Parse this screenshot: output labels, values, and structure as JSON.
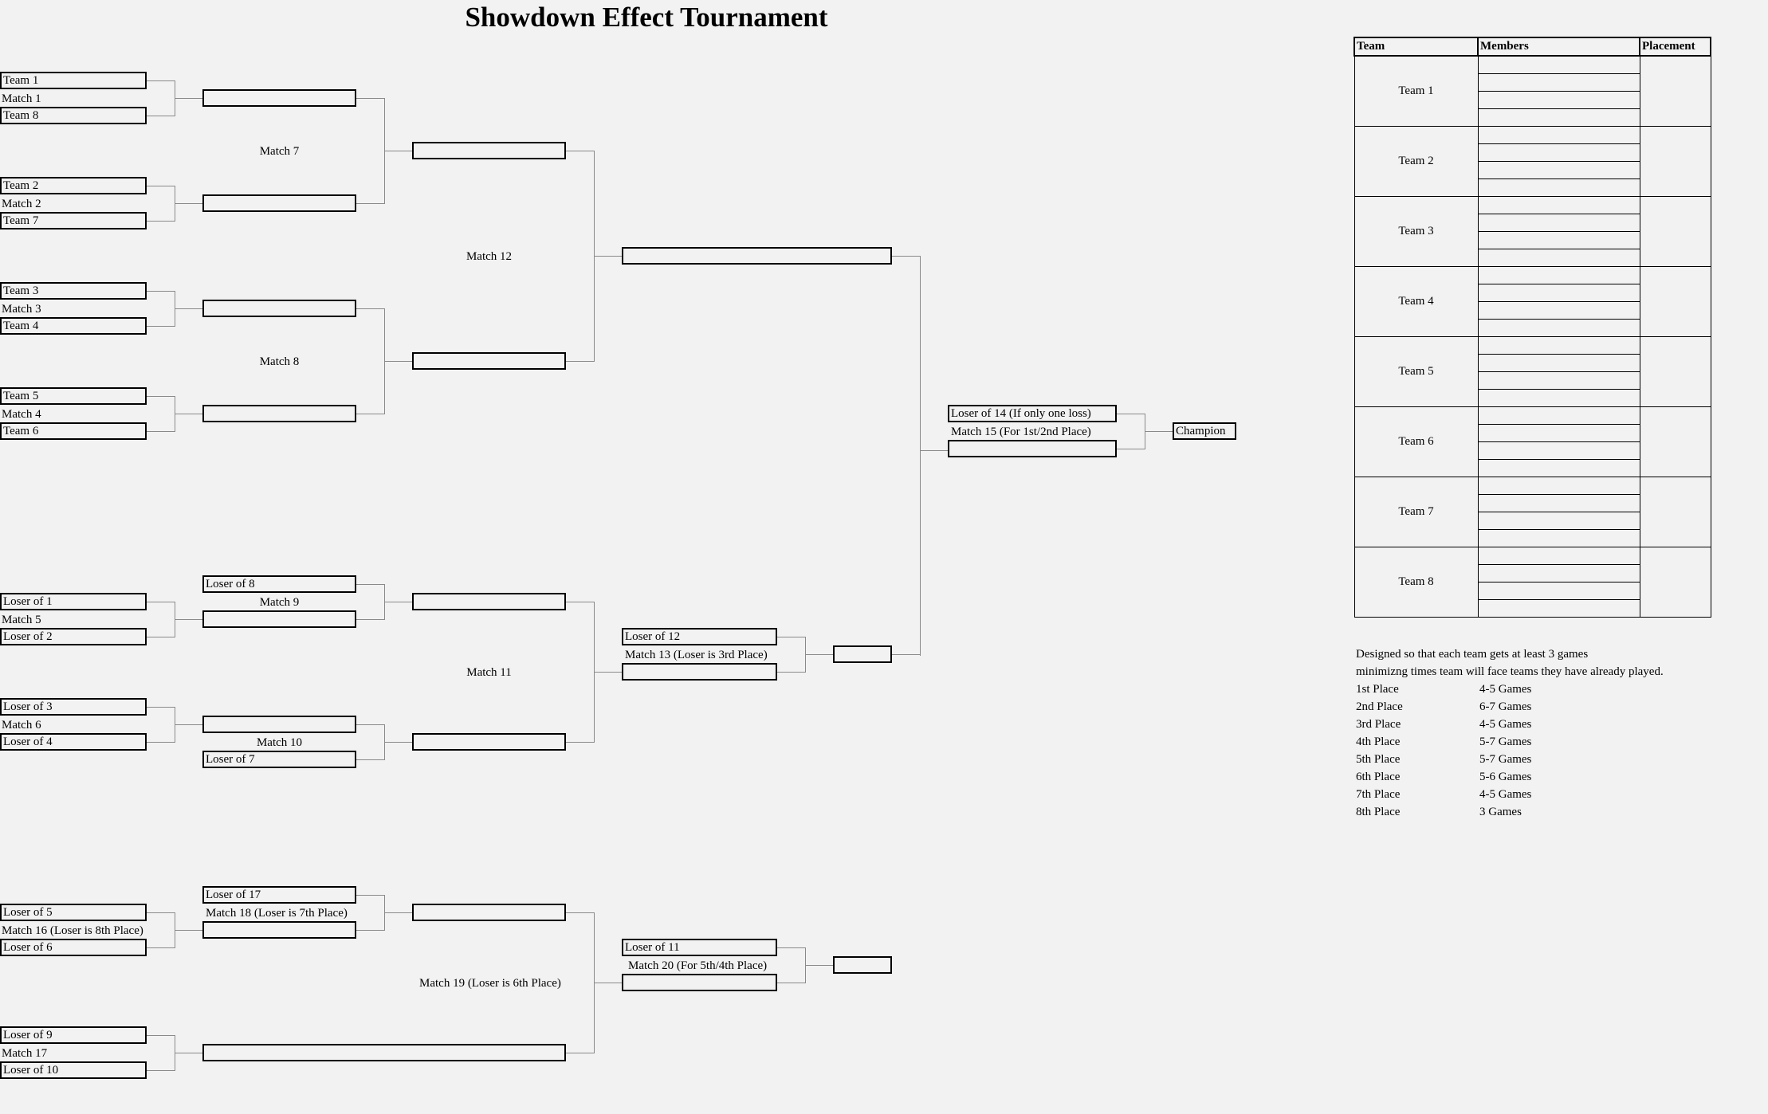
{
  "title": "Showdown Effect Tournament",
  "winners": {
    "r1": [
      {
        "top": "Team 1",
        "match": "Match 1",
        "bottom": "Team 8"
      },
      {
        "top": "Team 2",
        "match": "Match 2",
        "bottom": "Team 7"
      },
      {
        "top": "Team 3",
        "match": "Match 3",
        "bottom": "Team 4"
      },
      {
        "top": "Team 5",
        "match": "Match 4",
        "bottom": "Team 6"
      }
    ],
    "match7": "Match 7",
    "match8": "Match 8",
    "match12": "Match 12"
  },
  "losers": {
    "r1": [
      {
        "top": "Loser of 1",
        "match": "Match 5",
        "bottom": "Loser of 2"
      },
      {
        "top": "Loser of 3",
        "match": "Match 6",
        "bottom": "Loser of 4"
      }
    ],
    "loser_of_8": "Loser of 8",
    "match9": "Match 9",
    "match10": "Match 10",
    "loser_of_7": "Loser of 7",
    "match11": "Match 11",
    "loser_of_12": "Loser of 12",
    "match13": "Match 13 (Loser is 3rd Place)"
  },
  "final": {
    "loser_of_14": "Loser of 14 (If only one loss)",
    "match15": "Match 15 (For 1st/2nd Place)",
    "champion": "Champion"
  },
  "consolation": {
    "r1": [
      {
        "top": "Loser of 5",
        "match": "Match 16 (Loser is 8th Place)",
        "bottom": "Loser of 6"
      },
      {
        "top": "Loser of 9",
        "match": "Match 17",
        "bottom": "Loser of 10"
      }
    ],
    "loser_of_17": "Loser of 17",
    "match18": "Match 18 (Loser is 7th Place)",
    "match19": "Match 19 (Loser is 6th Place)",
    "loser_of_11": "Loser of 11",
    "match20": "Match 20 (For 5th/4th Place)"
  },
  "roster": {
    "headers": [
      "Team",
      "Members",
      "Placement"
    ],
    "teams": [
      "Team 1",
      "Team 2",
      "Team 3",
      "Team 4",
      "Team 5",
      "Team 6",
      "Team 7",
      "Team 8"
    ]
  },
  "notes": {
    "line1": "Designed so that each team gets at least 3 games",
    "line2": "minimizng times team will face teams they have already played.",
    "placements": [
      {
        "place": "1st Place",
        "games": "4-5 Games"
      },
      {
        "place": "2nd Place",
        "games": "6-7 Games"
      },
      {
        "place": "3rd Place",
        "games": "4-5 Games"
      },
      {
        "place": "4th Place",
        "games": "5-7 Games"
      },
      {
        "place": "5th Place",
        "games": "5-7 Games"
      },
      {
        "place": "6th Place",
        "games": "5-6 Games"
      },
      {
        "place": "7th Place",
        "games": "4-5 Games"
      },
      {
        "place": "8th Place",
        "games": "3 Games"
      }
    ]
  }
}
